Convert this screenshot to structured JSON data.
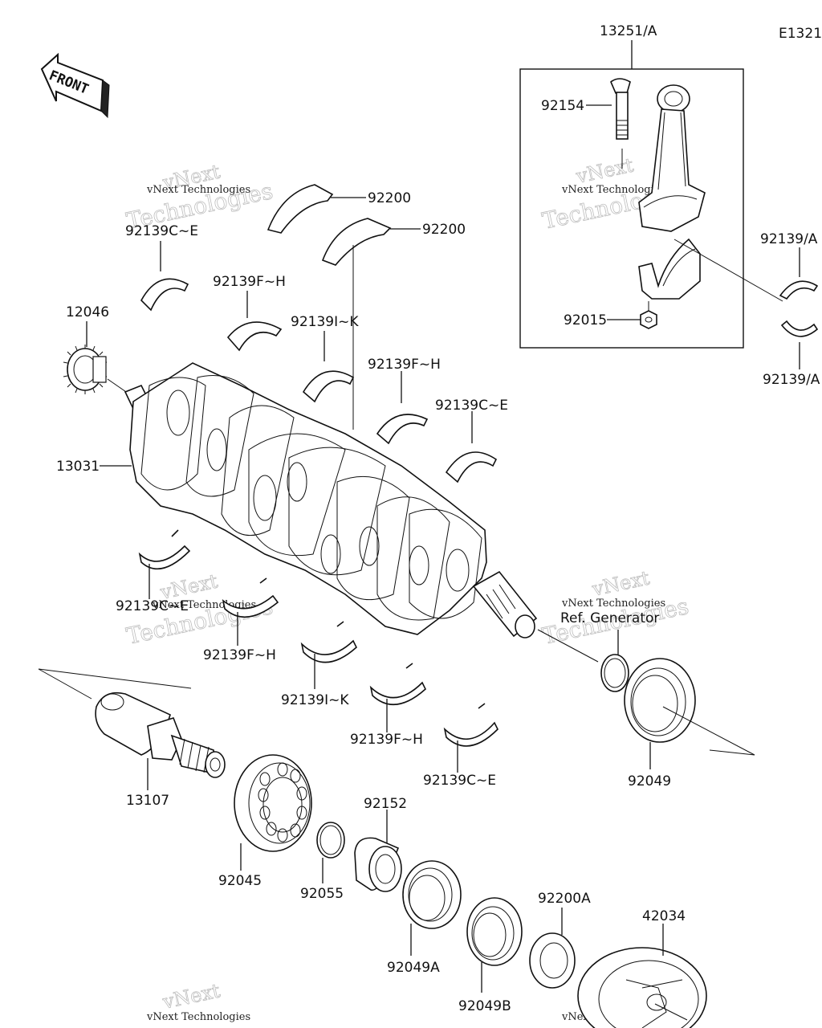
{
  "diagram_id": "E1321",
  "front_label": "FRONT",
  "ref_note": "Ref. Generator",
  "watermark": {
    "line1": "vNext",
    "line2": "Technologies",
    "small": "vNext Technologies"
  },
  "labels": {
    "assy_13251": "13251/A",
    "p92154": "92154",
    "p92015": "92015",
    "p92139A_top": "92139/A",
    "p92139A_bottom": "92139/A",
    "p92200_a": "92200",
    "p92200_b": "92200",
    "p92139CE_1": "92139C~E",
    "p92139FH_1": "92139F~H",
    "p92139IK_1": "92139I~K",
    "p92139FH_2": "92139F~H",
    "p92139CE_2": "92139C~E",
    "p12046": "12046",
    "p13031": "13031",
    "p92139CE_3": "92139C~E",
    "p92139FH_3": "92139F~H",
    "p92139IK_2": "92139I~K",
    "p92139FH_4": "92139F~H",
    "p92139CE_4": "92139C~E",
    "p13107": "13107",
    "p92045": "92045",
    "p92055": "92055",
    "p92152": "92152",
    "p92049A": "92049A",
    "p92049B": "92049B",
    "p92200A": "92200A",
    "p42034": "42034",
    "p92049": "92049"
  }
}
